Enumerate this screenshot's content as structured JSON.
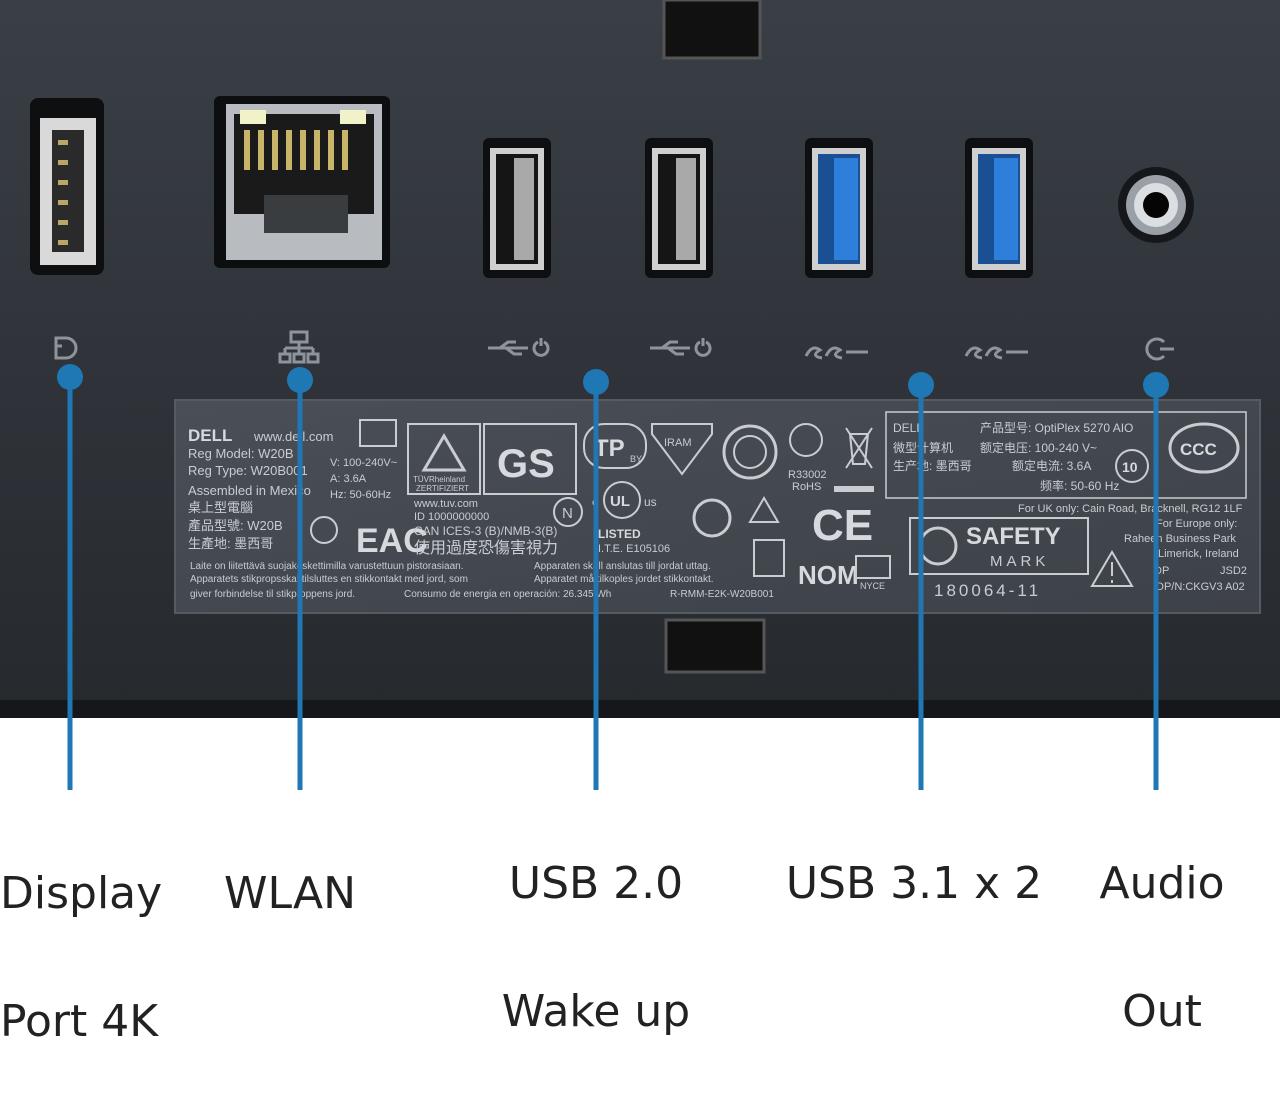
{
  "callouts": [
    {
      "id": "displayport",
      "line1": "Display",
      "line2": "Port 4K"
    },
    {
      "id": "wlan",
      "line1": "WLAN",
      "line2": ""
    },
    {
      "id": "usb2",
      "line1": "USB 2.0",
      "line2": "Wake up"
    },
    {
      "id": "usb31",
      "line1": "USB 3.1 x 2",
      "line2": ""
    },
    {
      "id": "audio",
      "line1": "Audio",
      "line2": "Out"
    }
  ],
  "sticker": {
    "brand": "DELL",
    "website": "www.dell.com",
    "reg_model": "Reg Model: W20B",
    "reg_type": "Reg Type: W20B001",
    "assembled": "Assembled in Mexico",
    "zh1": "桌上型電腦",
    "zh2": "產品型號: W20B",
    "zh3": "生產地: 墨西哥",
    "voltage": "V: 100-240V~",
    "amps": "A: 3.6A",
    "hz": "Hz: 50-60Hz",
    "tuv_site": "www.tuv.com",
    "tuv_id": "ID 1000000000",
    "ices": "CAN ICES-3 (B)/NMB-3(B)",
    "zh_warning": "使用過度恐傷害視力",
    "listed": "LISTED",
    "ite": "I.T.E. E105106",
    "rohs": "R33002",
    "rohs2": "RoHS",
    "fi_warn": "Laite on liitettävä suojakoskettimilla varustettuun pistorasiaan.",
    "se_warn": "Apparaten skall anslutas till jordat uttag.",
    "no_warn": "Apparatets stikpropsskal tilsluttes en stikkontakt med jord, som",
    "no_warn2": "Apparatet må tilkoples jordet stikkontakt.",
    "dk_warn": "giver forbindelse til stikproppens jord.",
    "es_energy": "Consumo de energia en operación: 26.345 Wh",
    "rmm": "R-RMM-E2K-W20B001",
    "nom": "NOM",
    "nyce": "NYCE",
    "safety1": "SAFETY",
    "safety2": "MARK",
    "safety_no": "180064-11",
    "cn_brand": "DELL",
    "cn_model": "产品型号: OptiPlex 5270 AIO",
    "cn_type": "微型计算机",
    "cn_volt": "额定电压: 100-240 V~",
    "cn_origin": "生产地: 墨西哥",
    "cn_amp": "额定电流: 3.6A",
    "cn_freq": "频率: 50-60 Hz",
    "uk": "For UK only: Cain Road, Bracknell, RG12 1LF",
    "eu": "For Europe only:",
    "eu2": "Raheen Business Park",
    "eu3": "Limerick, Ireland",
    "dp": "DP",
    "jsd": "JSD2",
    "dpn": "DP/N:CKGV3 A02",
    "tuv_name": "TÜVRheinland",
    "tuv_cert": "ZERTIFIZIERT",
    "gs": "GS",
    "tp": "TP",
    "tp_by": "BY",
    "iram": "IRAM",
    "ce": "CE",
    "ccc": "CCC",
    "ul": "UL",
    "ul_c": "c",
    "ul_us": "us",
    "n_mark": "N",
    "ten": "10"
  },
  "colors": {
    "panel": "#2b2f35",
    "callout": "#1f77b4",
    "usb3_blue": "#2d7fd9"
  }
}
